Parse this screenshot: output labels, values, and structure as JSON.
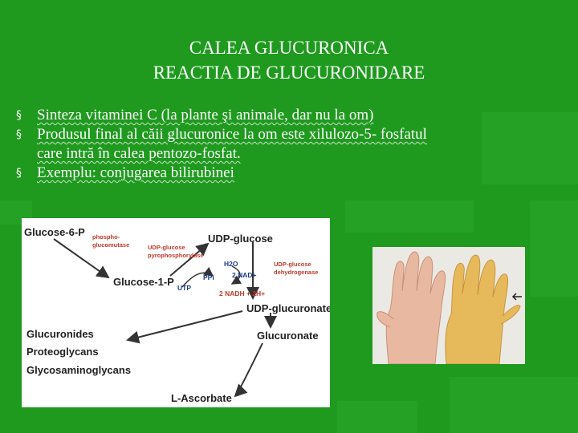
{
  "slide": {
    "title_line1": "CALEA GLUCURONICA",
    "title_line2": "REACTIA DE GLUCURONIDARE"
  },
  "bullets": [
    {
      "mark": "§",
      "text": "Sinteza vitaminei C (la plante şi animale, dar nu la om)"
    },
    {
      "mark": "§",
      "text_line1": "Produsul final al căii glucuronice la om este xilulozo-5- fosfatul",
      "text_line2": "care intră în calea pentozo-fosfat."
    },
    {
      "mark": "§",
      "text": "Exemplu: conjugarea bilirubinei"
    }
  ],
  "diagram": {
    "glucose6p": "Glucose-6-P",
    "enzyme1_line1": "phospho-",
    "enzyme1_line2": "glucomutase",
    "glucose1p": "Glucose-1-P",
    "enzyme2_line1": "UDP-glucose",
    "enzyme2_line2": "pyrophosphorylase",
    "udp_glucose": "UDP-glucose",
    "utp": "UTP",
    "ppi": "PPi",
    "h2o": "H2O",
    "nad": "2 NAD+",
    "enzyme3_line1": "UDP-glucose",
    "enzyme3_line2": "dehydrogenase",
    "nadh": "2 NADH + 2H+",
    "udp_glucuronate": "UDP-glucuronate",
    "glucuronides": "Glucuronides",
    "proteoglycans": "Proteoglycans",
    "glycosaminoglycans": "Glycosaminoglycans",
    "glucuronate": "Glucuronate",
    "l_ascorbate": "L-Ascorbate"
  },
  "colors": {
    "background": "#1f9a1f",
    "text": "#ffffff",
    "arrow": "#333333",
    "enzyme_text": "#c0392b",
    "cofactor_text": "#1a3a8a"
  },
  "photo": {
    "subject": "two hands comparing normal and jaundiced skin color"
  }
}
